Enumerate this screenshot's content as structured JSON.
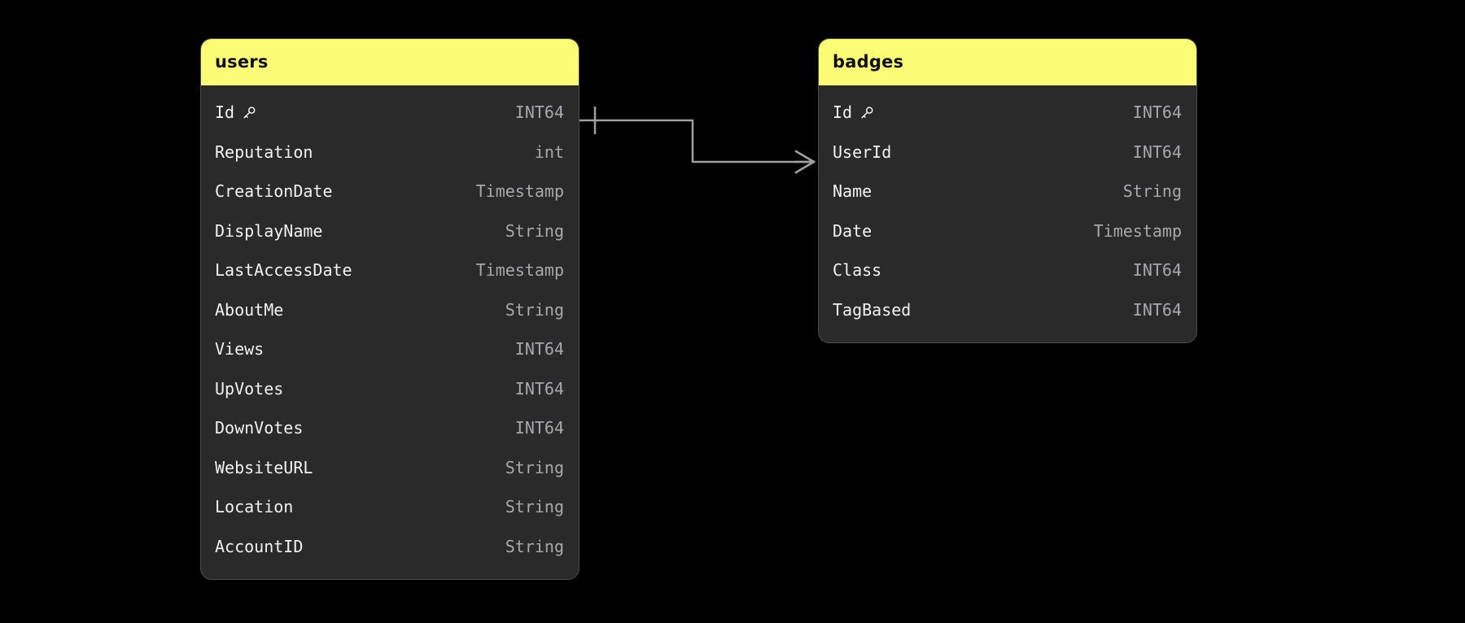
{
  "diagram": {
    "type": "entity-relationship-diagram",
    "background_color": "#000000",
    "accent_color": "#fbfb75",
    "card_background": "#2a2a2a",
    "field_name_color": "#f2f2f2",
    "field_type_color": "#a8a8ad",
    "connector_color": "#a0a0a0"
  },
  "entities": [
    {
      "name": "users",
      "key_icon": "key-icon",
      "fields": [
        {
          "name": "Id",
          "type": "INT64",
          "primary_key": true
        },
        {
          "name": "Reputation",
          "type": "int",
          "primary_key": false
        },
        {
          "name": "CreationDate",
          "type": "Timestamp",
          "primary_key": false
        },
        {
          "name": "DisplayName",
          "type": "String",
          "primary_key": false
        },
        {
          "name": "LastAccessDate",
          "type": "Timestamp",
          "primary_key": false
        },
        {
          "name": "AboutMe",
          "type": "String",
          "primary_key": false
        },
        {
          "name": "Views",
          "type": "INT64",
          "primary_key": false
        },
        {
          "name": "UpVotes",
          "type": "INT64",
          "primary_key": false
        },
        {
          "name": "DownVotes",
          "type": "INT64",
          "primary_key": false
        },
        {
          "name": "WebsiteURL",
          "type": "String",
          "primary_key": false
        },
        {
          "name": "Location",
          "type": "String",
          "primary_key": false
        },
        {
          "name": "AccountID",
          "type": "String",
          "primary_key": false
        }
      ]
    },
    {
      "name": "badges",
      "key_icon": "key-icon",
      "fields": [
        {
          "name": "Id",
          "type": "INT64",
          "primary_key": true
        },
        {
          "name": "UserId",
          "type": "INT64",
          "primary_key": false
        },
        {
          "name": "Name",
          "type": "String",
          "primary_key": false
        },
        {
          "name": "Date",
          "type": "Timestamp",
          "primary_key": false
        },
        {
          "name": "Class",
          "type": "INT64",
          "primary_key": false
        },
        {
          "name": "TagBased",
          "type": "INT64",
          "primary_key": false
        }
      ]
    }
  ],
  "relationships": [
    {
      "from_entity": "users",
      "from_field": "Id",
      "from_cardinality": "one",
      "to_entity": "badges",
      "to_field": "UserId",
      "to_cardinality": "many",
      "notation": "crows-foot"
    }
  ]
}
